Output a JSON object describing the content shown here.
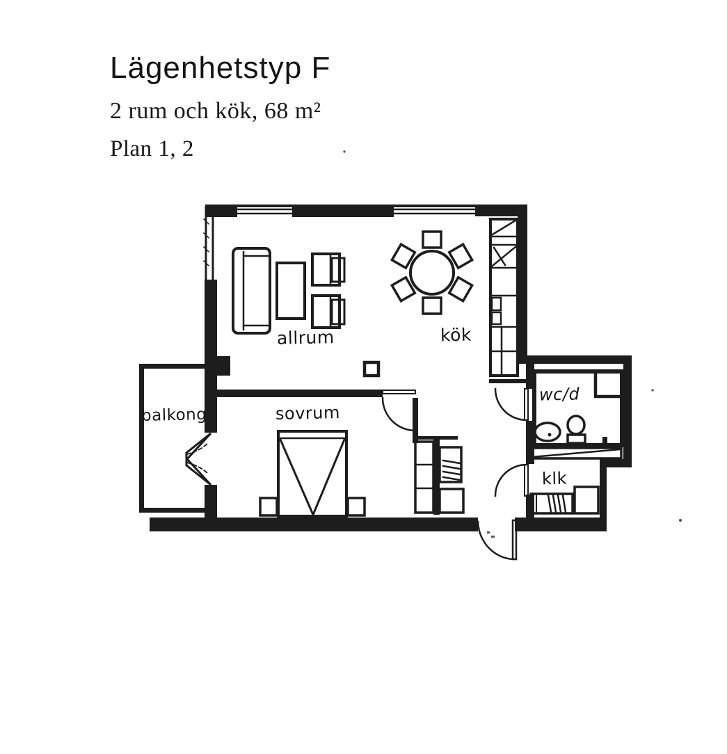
{
  "document": {
    "background": "#ffffff",
    "ink_color": "#1d1d1d",
    "header": {
      "title": "Lägenhetstyp F",
      "subtitle": "2 rum och kök, 68 m²",
      "plan_line": "Plan 1, 2"
    },
    "floorplan": {
      "type": "apartment-floor-plan",
      "rooms": [
        {
          "id": "allrum",
          "label": "allrum"
        },
        {
          "id": "kok",
          "label": "kök"
        },
        {
          "id": "sovrum",
          "label": "sovrum"
        },
        {
          "id": "balkong",
          "label": "balkong"
        },
        {
          "id": "wcd",
          "label": "wc/d"
        },
        {
          "id": "klk",
          "label": "klk"
        }
      ]
    }
  }
}
